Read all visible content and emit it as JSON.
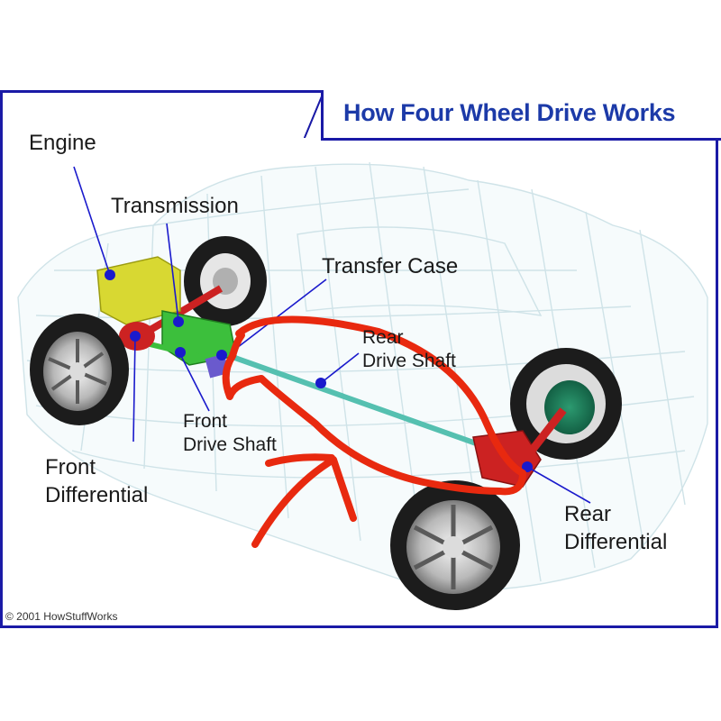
{
  "title": "How Four Wheel Drive Works",
  "labels": {
    "engine": "Engine",
    "transmission": "Transmission",
    "transfer_case": "Transfer Case",
    "rear_drive_shaft_1": "Rear",
    "rear_drive_shaft_2": "Drive Shaft",
    "front_drive_shaft_1": "Front",
    "front_drive_shaft_2": "Drive Shaft",
    "front_differential_1": "Front",
    "front_differential_2": "Differential",
    "rear_differential_1": "Rear",
    "rear_differential_2": "Differential"
  },
  "copyright": "© 2001 HowStuffWorks",
  "colors": {
    "frame": "#1a1aa6",
    "title": "#1c3aa8",
    "leader": "#1a1acc",
    "car_wire": "#cfe3e8",
    "engine": "#d8d832",
    "transmission": "#3cbf3c",
    "differential": "#cc2222",
    "drive_shaft": "#55c0b0",
    "tire": "#1c1c1c",
    "annotation": "#e8290f"
  }
}
